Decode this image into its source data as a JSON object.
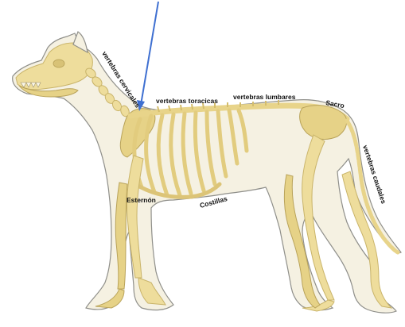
{
  "colors": {
    "arrow": "#3e6fd1",
    "bone": "#eedd9c",
    "skin": "#f5f1e2",
    "outline": "#8f8f8a"
  },
  "labels": {
    "cervical": "vertebras cervicales",
    "thoracic": "vertebras toracicas",
    "lumbar": "vertebras lumbares",
    "sacrum": "Sacro",
    "caudal": "vertebras caudales",
    "sternum": "Esternón",
    "ribs": "Costillas"
  }
}
